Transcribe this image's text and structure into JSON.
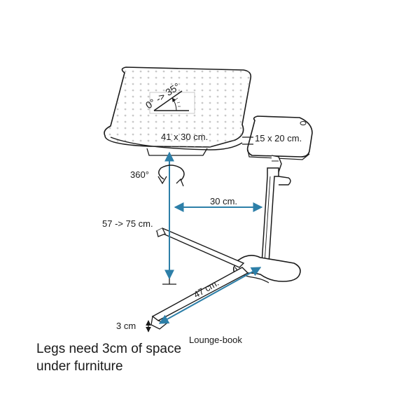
{
  "diagram": {
    "product_name": "Lounge-book",
    "tilt_range": "0° -> 35°",
    "main_surface": "41 x 30 cm.",
    "side_tray": "15 x 20 cm.",
    "rotation": "360°",
    "arm_reach": "30 cm.",
    "height_range": "57 -> 75 cm.",
    "leg_length": "47 cm.",
    "leg_clearance": "3 cm",
    "note_line1": "Legs need 3cm of space",
    "note_line2": "under furniture",
    "colors": {
      "line": "#1a1a1a",
      "dimension": "#2d7fa8",
      "background": "#ffffff"
    }
  }
}
